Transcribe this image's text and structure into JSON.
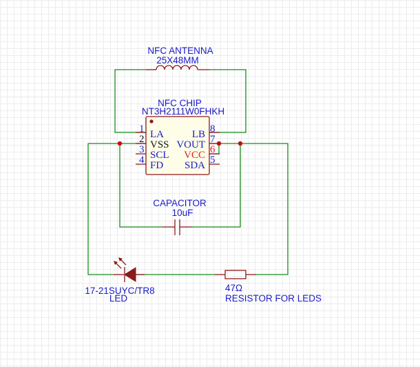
{
  "antenna": {
    "name": "NFC ANTENNA",
    "size": "25X48MM"
  },
  "chip": {
    "name": "NFC CHIP",
    "part": "NT3H2111W0FHKH",
    "left_pins": [
      {
        "num": "1",
        "label": "LA"
      },
      {
        "num": "2",
        "label": "VSS"
      },
      {
        "num": "3",
        "label": "SCL"
      },
      {
        "num": "4",
        "label": "FD"
      }
    ],
    "right_pins": [
      {
        "num": "8",
        "label": "LB"
      },
      {
        "num": "7",
        "label": "VOUT"
      },
      {
        "num": "6",
        "label": "VCC"
      },
      {
        "num": "5",
        "label": "SDA"
      }
    ]
  },
  "capacitor": {
    "name": "CAPACITOR",
    "value": "10uF"
  },
  "led": {
    "part": "17-21SUYC/TR8",
    "name": "LED"
  },
  "resistor": {
    "value": "47Ω",
    "name": "RESISTOR FOR LEDS"
  },
  "colors": {
    "wire": "#1a8a1a",
    "component": "#8b1a1a",
    "label": "#1a1ac8",
    "highlight_pin": "#e02020",
    "chip_fill": "#fdfde8"
  }
}
